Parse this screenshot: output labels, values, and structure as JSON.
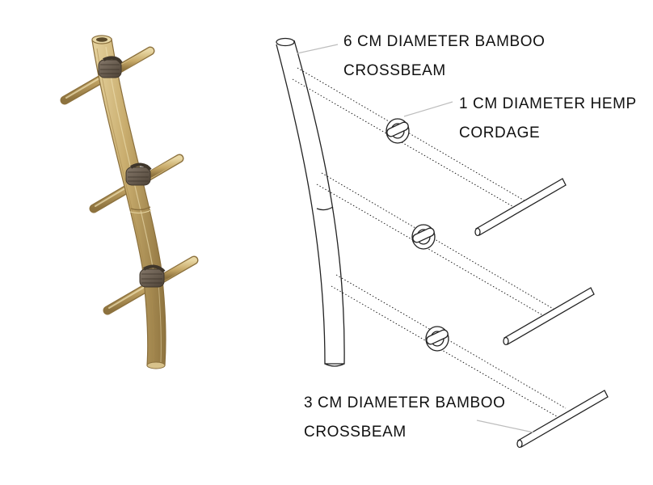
{
  "labels": {
    "main_beam": {
      "line1": "6 CM DIAMETER BAMBOO",
      "line2": "CROSSBEAM"
    },
    "cordage": {
      "line1": "1 CM DIAMETER HEMP",
      "line2": "CORDAGE"
    },
    "crossbeam": {
      "line1": "3 CM DIAMETER BAMBOO",
      "line2": "CROSSBEAM"
    }
  },
  "colors": {
    "bamboo": "#c9ad6e",
    "bamboo_dark": "#8a6f3c",
    "bamboo_light": "#e3cf98",
    "rope": "#6e6150",
    "rope_dark": "#4a4034",
    "line": "#222222",
    "leader": "#bdbdbd"
  }
}
